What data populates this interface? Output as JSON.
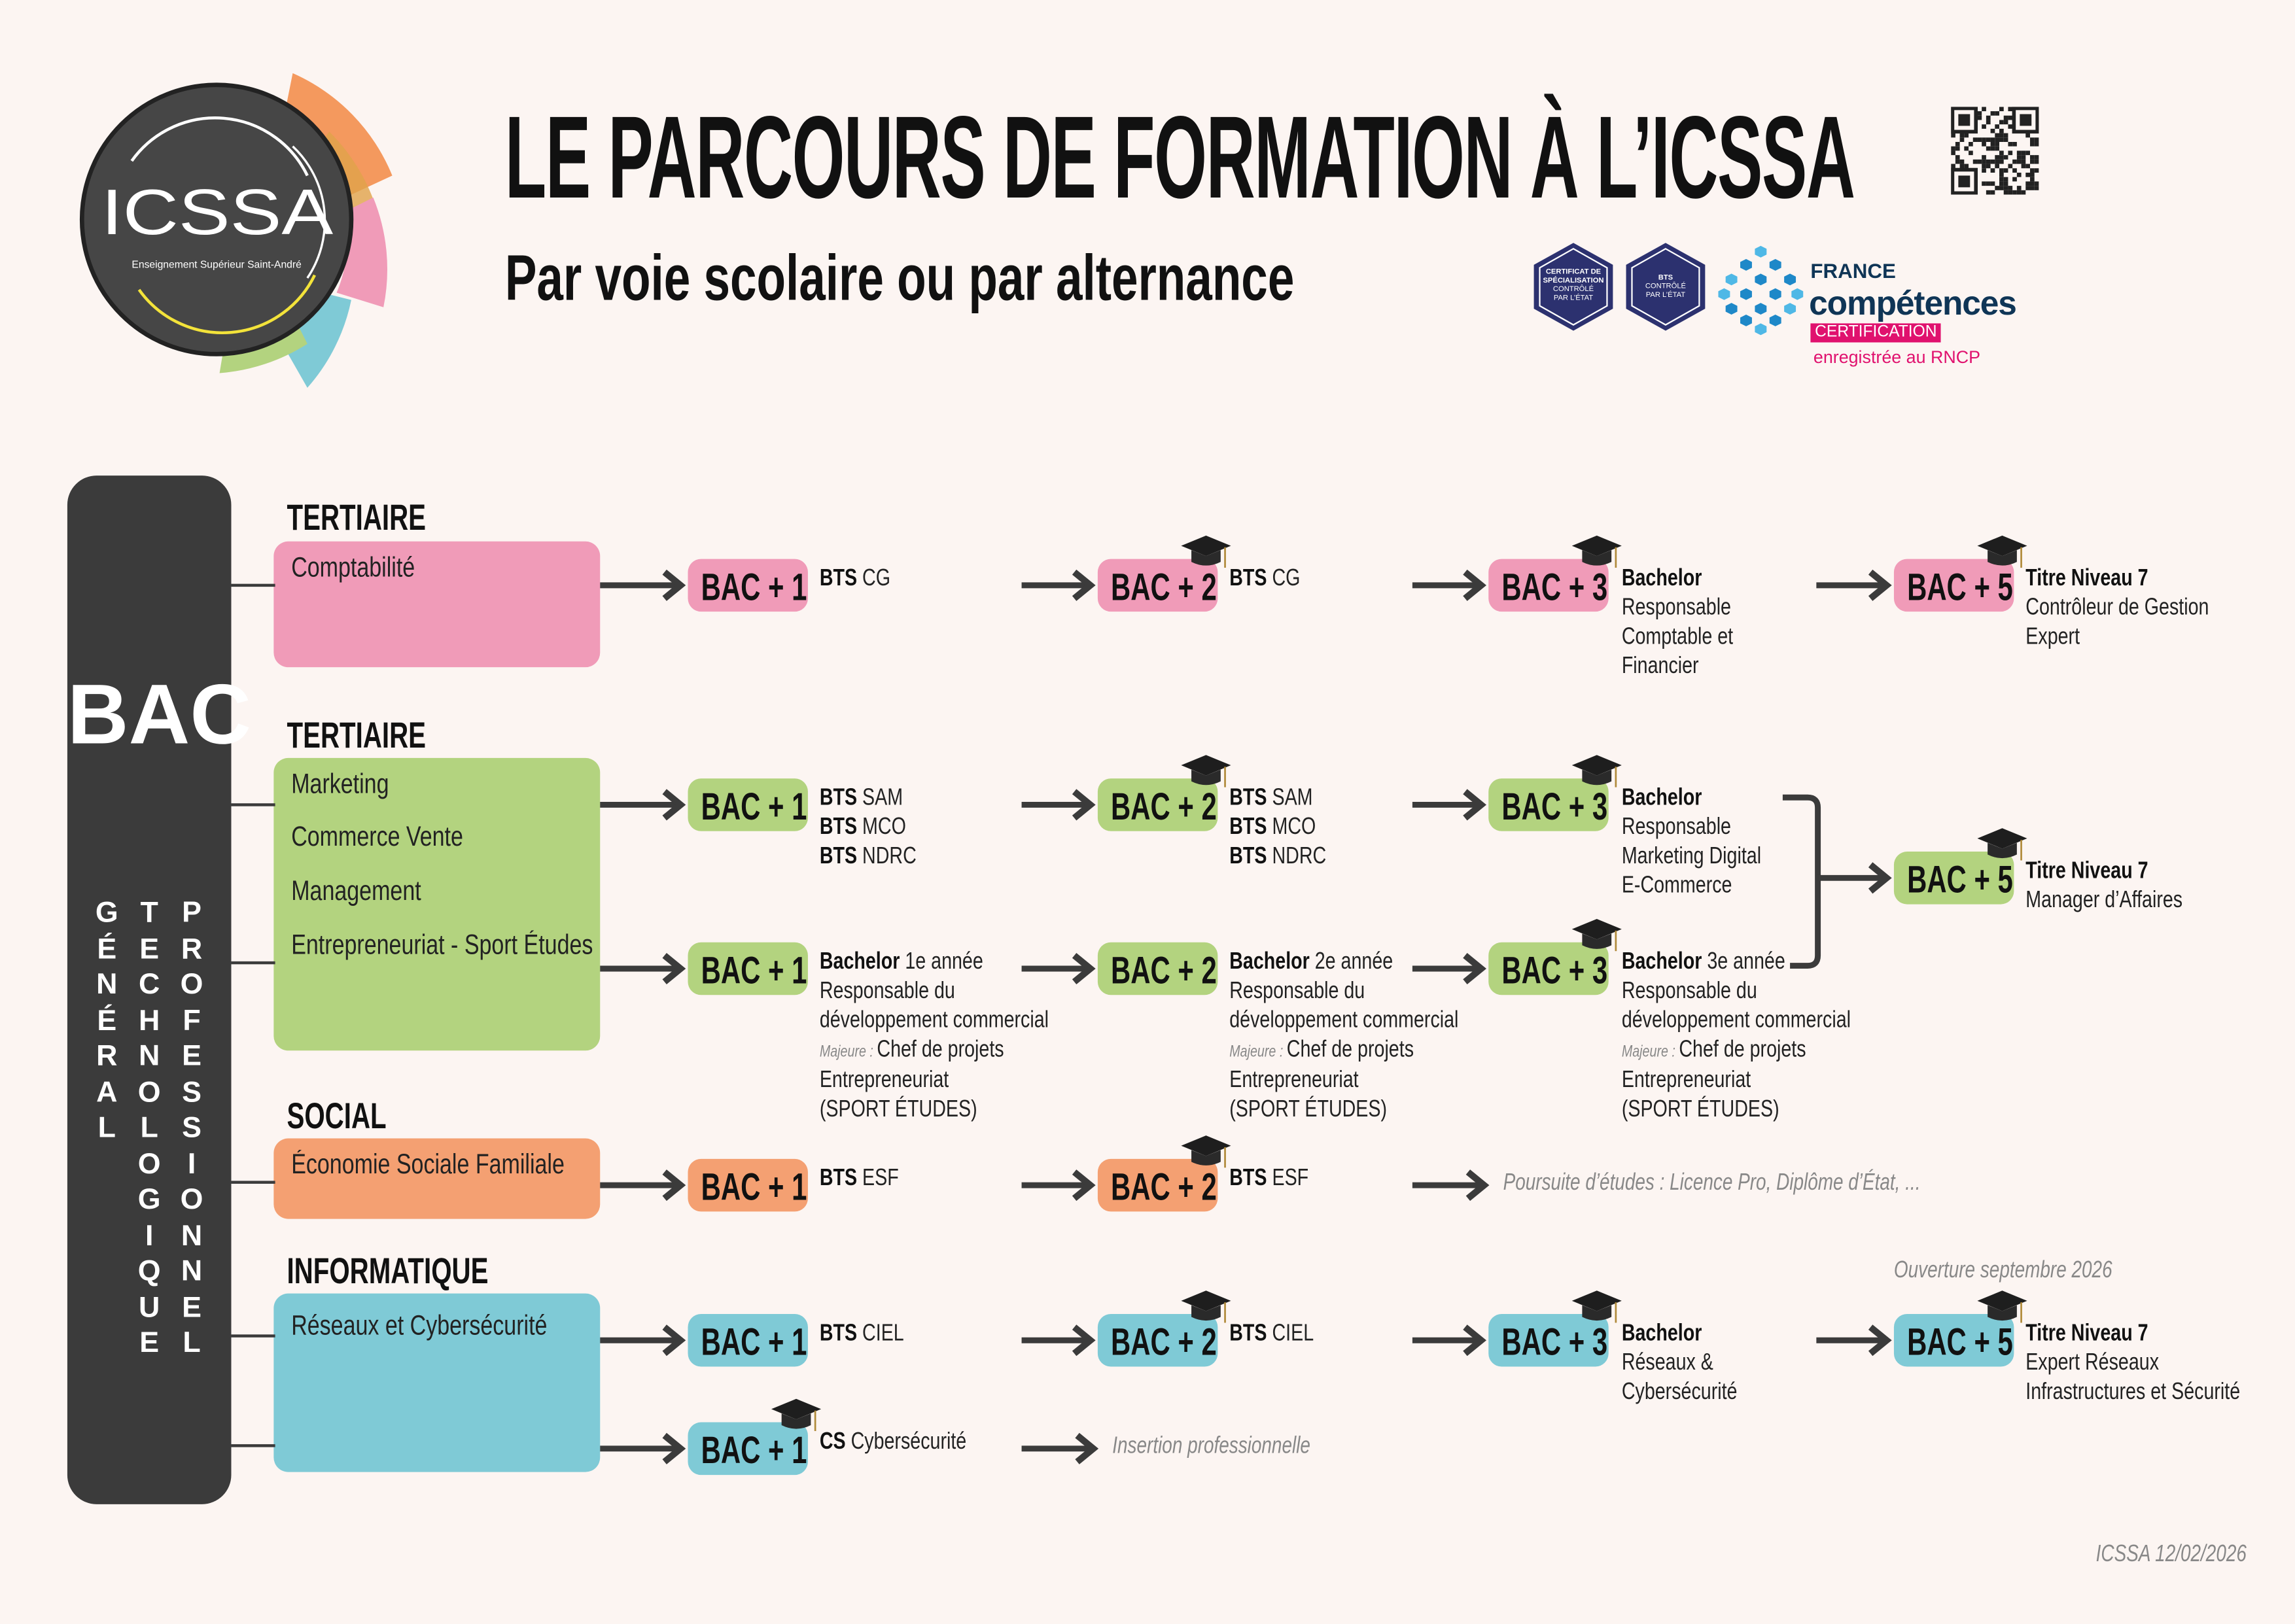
{
  "header": {
    "title": "LE PARCOURS DE FORMATION À L’ICSSA",
    "subtitle": "Par voie scolaire ou par alternance",
    "logo": {
      "name": "ICSSA",
      "tagline": "Enseignement Supérieur Saint-André"
    },
    "badges": [
      {
        "lines": [
          "CERTIFICAT DE",
          "SPÉCIALISATION",
          "CONTRÔLÉ",
          "PAR L’ÉTAT"
        ]
      },
      {
        "lines": [
          "BTS",
          "CONTRÔLÉ",
          "PAR L’ÉTAT"
        ]
      }
    ],
    "france_competences": {
      "france": "FRANCE",
      "competences": "compétences",
      "certification": "CERTIFICATION",
      "rncp": "enregistrée au RNCP"
    }
  },
  "bac": {
    "label": "BAC",
    "columns": [
      "GÉNÉRAL",
      "TECHNOLOGIQUE",
      "PROFESSIONNEL"
    ]
  },
  "categories": [
    {
      "title": "TERTIAIRE",
      "color": "#f09bb8",
      "items": [
        "Comptabilité"
      ]
    },
    {
      "title": "TERTIAIRE",
      "color": "#b3d37f",
      "items": [
        "Marketing",
        "Commerce Vente",
        "Management",
        "Entrepreneuriat - Sport Études"
      ]
    },
    {
      "title": "SOCIAL",
      "color": "#f4a072",
      "items": [
        "Économie Sociale Familiale"
      ]
    },
    {
      "title": "INFORMATIQUE",
      "color": "#7fcad6",
      "items": [
        "Réseaux et Cybersécurité"
      ]
    }
  ],
  "rows": [
    {
      "color": "#f09bb8",
      "cells": [
        {
          "col": 0,
          "chip": "BAC + 1",
          "cap": false,
          "lines": [
            {
              "b": "BTS",
              "t": " CG"
            }
          ]
        },
        {
          "col": 1,
          "chip": "BAC + 2",
          "cap": true,
          "lines": [
            {
              "b": "BTS",
              "t": " CG"
            }
          ]
        },
        {
          "col": 2,
          "chip": "BAC + 3",
          "cap": true,
          "lines": [
            {
              "b": "Bachelor"
            },
            {
              "t": "Responsable"
            },
            {
              "t": "Comptable et"
            },
            {
              "t": "Financier"
            }
          ]
        },
        {
          "col": 3,
          "chip": "BAC + 5",
          "cap": true,
          "lines": [
            {
              "b": "Titre Niveau 7"
            },
            {
              "t": "Contrôleur de Gestion"
            },
            {
              "t": "Expert"
            }
          ]
        }
      ]
    },
    {
      "color": "#b3d37f",
      "cells": [
        {
          "col": 0,
          "chip": "BAC + 1",
          "cap": false,
          "lines": [
            {
              "b": "BTS",
              "t": " SAM"
            },
            {
              "b": "BTS",
              "t": " MCO"
            },
            {
              "b": "BTS",
              "t": " NDRC"
            }
          ]
        },
        {
          "col": 1,
          "chip": "BAC + 2",
          "cap": true,
          "lines": [
            {
              "b": "BTS",
              "t": " SAM"
            },
            {
              "b": "BTS",
              "t": " MCO"
            },
            {
              "b": "BTS",
              "t": " NDRC"
            }
          ]
        },
        {
          "col": 2,
          "chip": "BAC + 3",
          "cap": true,
          "lines": [
            {
              "b": "Bachelor"
            },
            {
              "t": "Responsable"
            },
            {
              "t": "Marketing Digital"
            },
            {
              "t": "E-Commerce"
            }
          ]
        }
      ]
    },
    {
      "color": "#b3d37f",
      "cells": [
        {
          "col": 0,
          "chip": "BAC + 1",
          "cap": false,
          "lines": [
            {
              "b": "Bachelor",
              "t": " 1e année"
            },
            {
              "t": "Responsable du"
            },
            {
              "t": "développement commercial"
            },
            {
              "i": "Majeure : ",
              "t": "Chef de projets"
            },
            {
              "t": "Entrepreneuriat"
            },
            {
              "t": "(SPORT ÉTUDES)"
            }
          ]
        },
        {
          "col": 1,
          "chip": "BAC + 2",
          "cap": false,
          "lines": [
            {
              "b": "Bachelor",
              "t": " 2e année"
            },
            {
              "t": "Responsable du"
            },
            {
              "t": "développement commercial"
            },
            {
              "i": "Majeure : ",
              "t": "Chef de projets"
            },
            {
              "t": "Entrepreneuriat"
            },
            {
              "t": "(SPORT ÉTUDES)"
            }
          ]
        },
        {
          "col": 2,
          "chip": "BAC + 3",
          "cap": true,
          "lines": [
            {
              "b": "Bachelor",
              "t": " 3e année"
            },
            {
              "t": "Responsable du"
            },
            {
              "t": "développement commercial"
            },
            {
              "i": "Majeure : ",
              "t": "Chef de projets"
            },
            {
              "t": "Entrepreneuriat"
            },
            {
              "t": "(SPORT ÉTUDES)"
            }
          ]
        }
      ]
    },
    {
      "color": "#f4a072",
      "cells": [
        {
          "col": 0,
          "chip": "BAC + 1",
          "cap": false,
          "lines": [
            {
              "b": "BTS",
              "t": " ESF"
            }
          ]
        },
        {
          "col": 1,
          "chip": "BAC + 2",
          "cap": true,
          "lines": [
            {
              "b": "BTS",
              "t": " ESF"
            }
          ]
        },
        {
          "col": 2,
          "note": "Poursuite d’études : Licence Pro, Diplôme d’État, ..."
        }
      ]
    },
    {
      "color": "#7fcad6",
      "cells": [
        {
          "col": 0,
          "chip": "BAC + 1",
          "cap": false,
          "lines": [
            {
              "b": "BTS",
              "t": " CIEL"
            }
          ]
        },
        {
          "col": 1,
          "chip": "BAC + 2",
          "cap": true,
          "lines": [
            {
              "b": "BTS",
              "t": " CIEL"
            }
          ]
        },
        {
          "col": 2,
          "chip": "BAC + 3",
          "cap": true,
          "lines": [
            {
              "b": "Bachelor"
            },
            {
              "t": "Réseaux &"
            },
            {
              "t": "Cybersécurité"
            }
          ]
        },
        {
          "col": 3,
          "chip": "BAC + 5",
          "cap": true,
          "lines": [
            {
              "b": "Titre Niveau 7"
            },
            {
              "t": "Expert Réseaux"
            },
            {
              "t": "Infrastructures et Sécurité"
            }
          ]
        }
      ]
    },
    {
      "color": "#7fcad6",
      "cells": [
        {
          "col": 0,
          "chip": "BAC + 1",
          "cap": true,
          "lines": [
            {
              "b": "CS",
              "t": " Cybersécurité"
            }
          ]
        },
        {
          "col": 1,
          "note": "Insertion professionnelle"
        }
      ]
    }
  ],
  "merged_bac5": {
    "chip": "BAC + 5",
    "color": "#b3d37f",
    "lines": [
      {
        "b": "Titre Niveau 7"
      },
      {
        "t": "Manager d’Affaires"
      }
    ]
  },
  "opening_note": "Ouverture septembre 2026",
  "footer": "ICSSA 12/02/2026"
}
